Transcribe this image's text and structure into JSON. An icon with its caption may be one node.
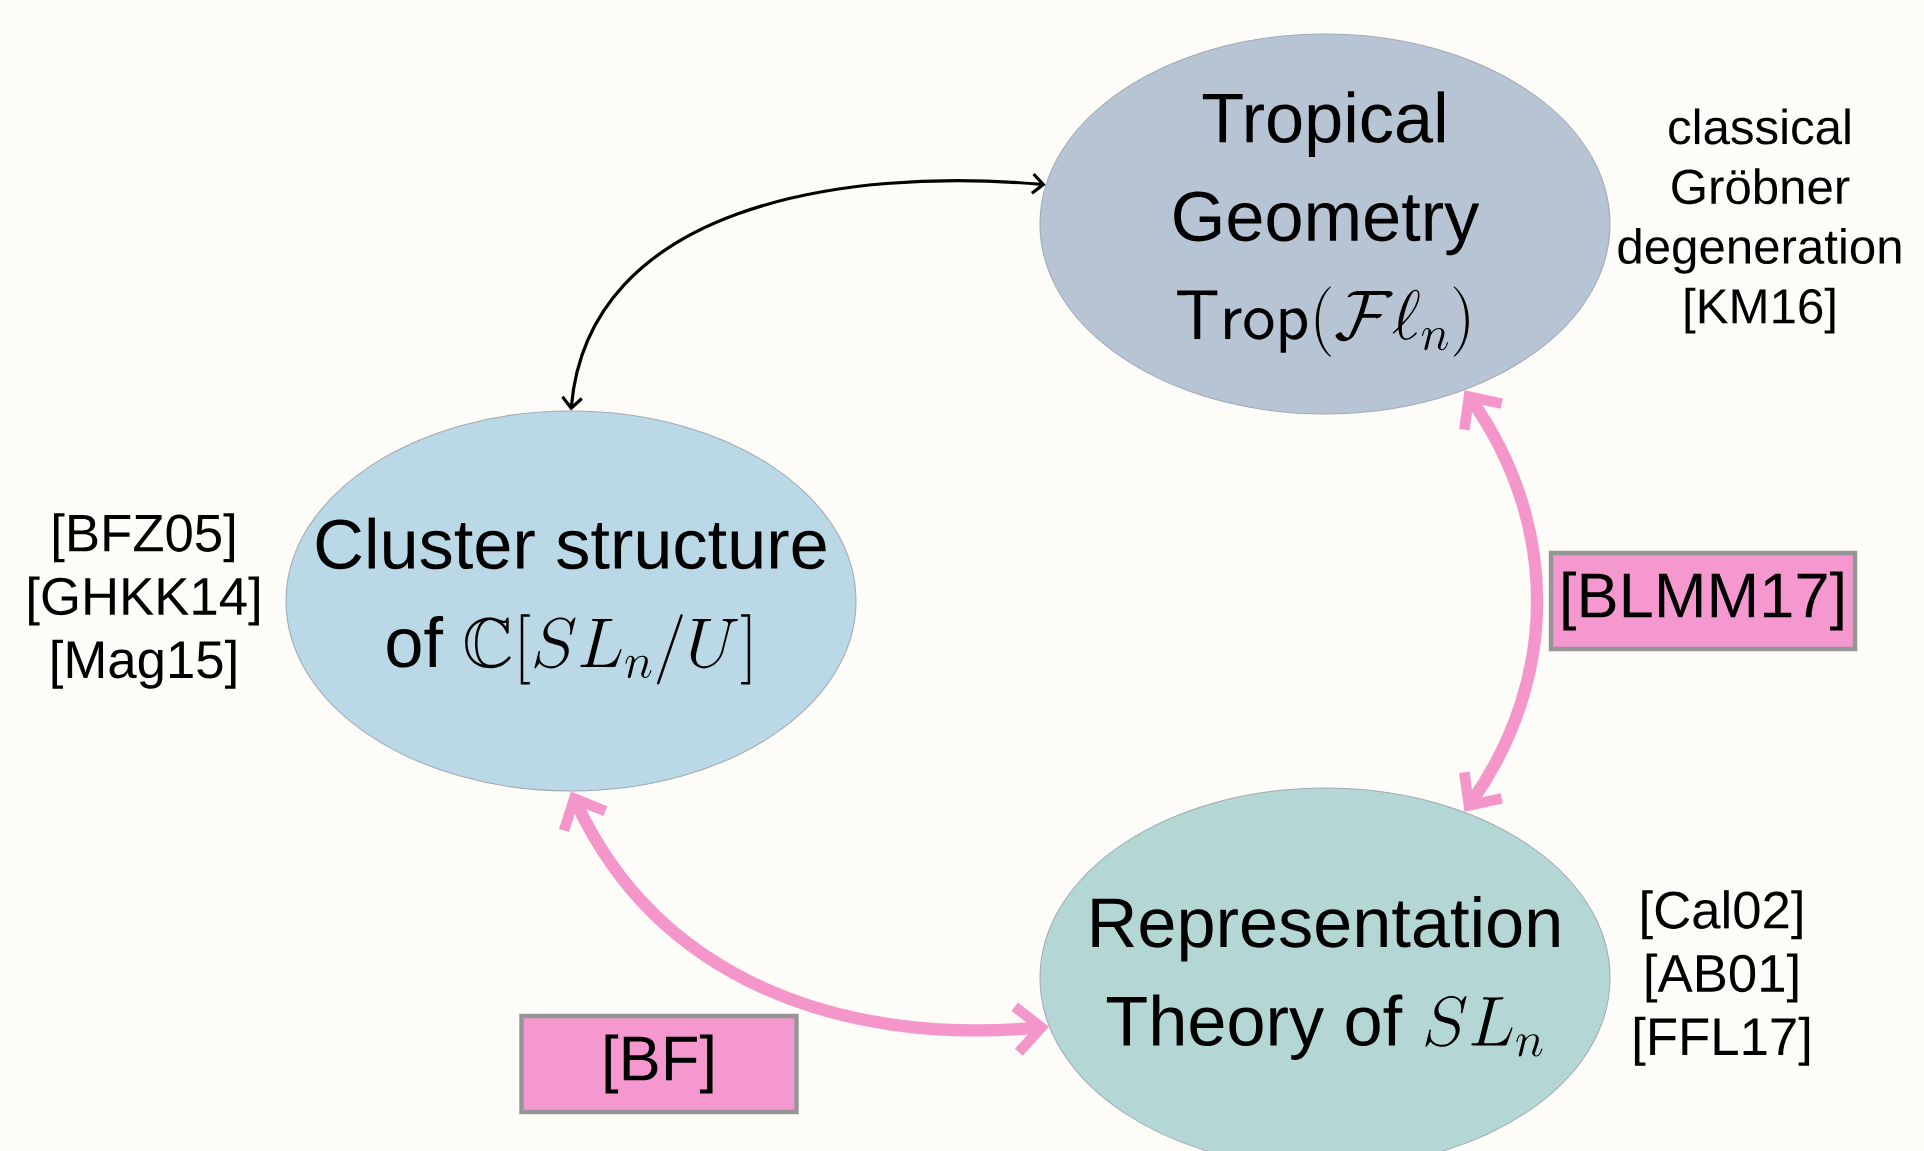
{
  "diagram": {
    "nodes": [
      {
        "text": [
          "Tropical Geometry",
          "\\mathsf{Trop}(\\mathcal{F}\\ell_n)"
        ],
        "beside": [
          "classical Gröbner degeneration",
          "[KM16]"
        ]
      },
      {
        "text": [
          "Cluster structure of",
          "\\mathbb{C}[SL_n/U]"
        ],
        "beside": [
          "[BFZ05]",
          "[GHKK14]",
          "[Mag15]"
        ]
      },
      {
        "text": [
          "Representation Theory of",
          "SL_n"
        ],
        "beside": [
          "[Cal02]",
          "[AB01]",
          "[FFL17]"
        ]
      },
      {
        "text": [
          "[BLMM17]"
        ]
      },
      {
        "text": [
          "[BF]"
        ]
      }
    ],
    "edges": [
      {
        "from": 0,
        "to": 1,
        "arrow": "both",
        "color": "#000000"
      },
      {
        "from": 0,
        "to": 2,
        "arrow": "both",
        "color": "#f596cb"
      },
      {
        "from": 1,
        "to": 2,
        "arrow": "both",
        "color": "#f596cb"
      }
    ]
  }
}
